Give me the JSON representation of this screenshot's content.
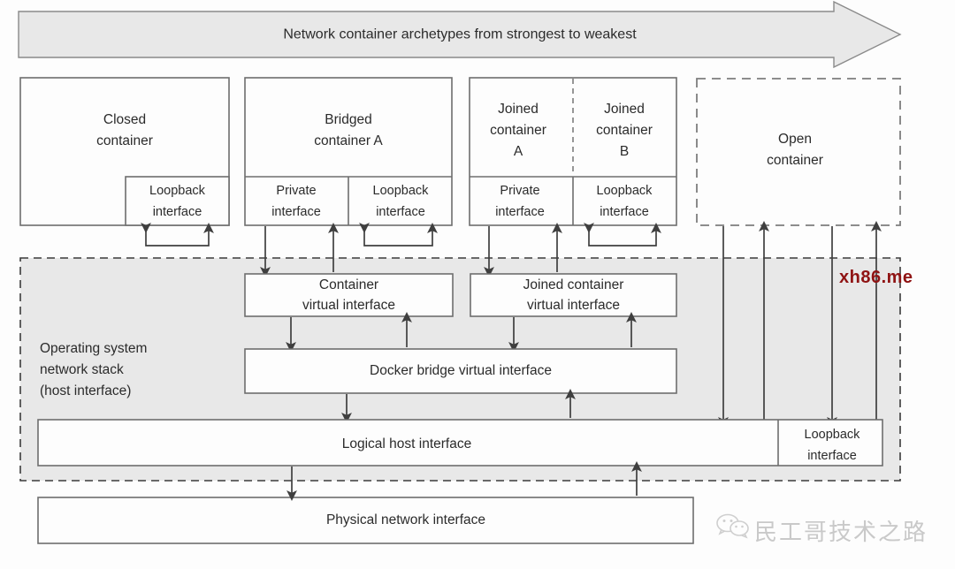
{
  "diagram": {
    "header_banner": "Network container archetypes from strongest to weakest",
    "containers": [
      {
        "id": "closed",
        "title": "Closed\ncontainer",
        "title_l1": "Closed",
        "title_l2": "container",
        "interfaces": [
          "Loopback interface"
        ]
      },
      {
        "id": "bridged",
        "title_l1": "Bridged",
        "title_l2": "container A",
        "interfaces": [
          "Private interface",
          "Loopback interface"
        ]
      },
      {
        "id": "joined",
        "title_l1": "Joined",
        "title_l2": "container",
        "title_l3a": "A",
        "title_l3b": "B",
        "title_b_l1": "Joined",
        "title_b_l2": "container",
        "interfaces": [
          "Private interface",
          "Loopback interface"
        ]
      },
      {
        "id": "open",
        "title_l1": "Open",
        "title_l2": "container",
        "interfaces": []
      }
    ],
    "labels": {
      "closed_l1": "Closed",
      "closed_l2": "container",
      "bridged_l1": "Bridged",
      "bridged_l2": "container A",
      "joined_a_l1": "Joined",
      "joined_a_l2": "container",
      "joined_a_l3": "A",
      "joined_b_l1": "Joined",
      "joined_b_l2": "container",
      "joined_b_l3": "B",
      "open_l1": "Open",
      "open_l2": "container",
      "loopback_l1": "Loopback",
      "loopback_l2": "interface",
      "private_l1": "Private",
      "private_l2": "interface",
      "os_stack_l1": "Operating system",
      "os_stack_l2": "network stack",
      "os_stack_l3": "(host interface)",
      "container_vif_l1": "Container",
      "container_vif_l2": "virtual interface",
      "joined_vif_l1": "Joined container",
      "joined_vif_l2": "virtual interface",
      "docker_bridge": "Docker bridge virtual interface",
      "logical_host": "Logical host interface",
      "physical_nic": "Physical network interface"
    },
    "watermarks": {
      "red": "xh86.me",
      "chinese": "民工哥技术之路"
    },
    "colors": {
      "banner_fill": "#e8e8e8",
      "stack_fill": "#e8e8e8",
      "box_stroke": "#6e6e6e",
      "line": "#3f3f3f",
      "watermark_red": "#8f1313",
      "watermark_gray": "#c9c9c9"
    }
  }
}
